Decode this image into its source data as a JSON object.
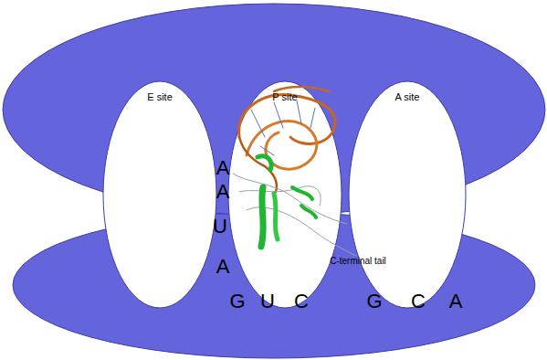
{
  "diagram": {
    "nodes": [
      {
        "text": [
          "E site"
        ]
      },
      {
        "text": [
          "P site"
        ]
      },
      {
        "text": [
          "A site"
        ]
      }
    ],
    "labels": [
      "A",
      "A",
      "U",
      "A",
      "G",
      "U",
      "C",
      "G",
      "C",
      "A",
      "C-terminal tail"
    ]
  }
}
